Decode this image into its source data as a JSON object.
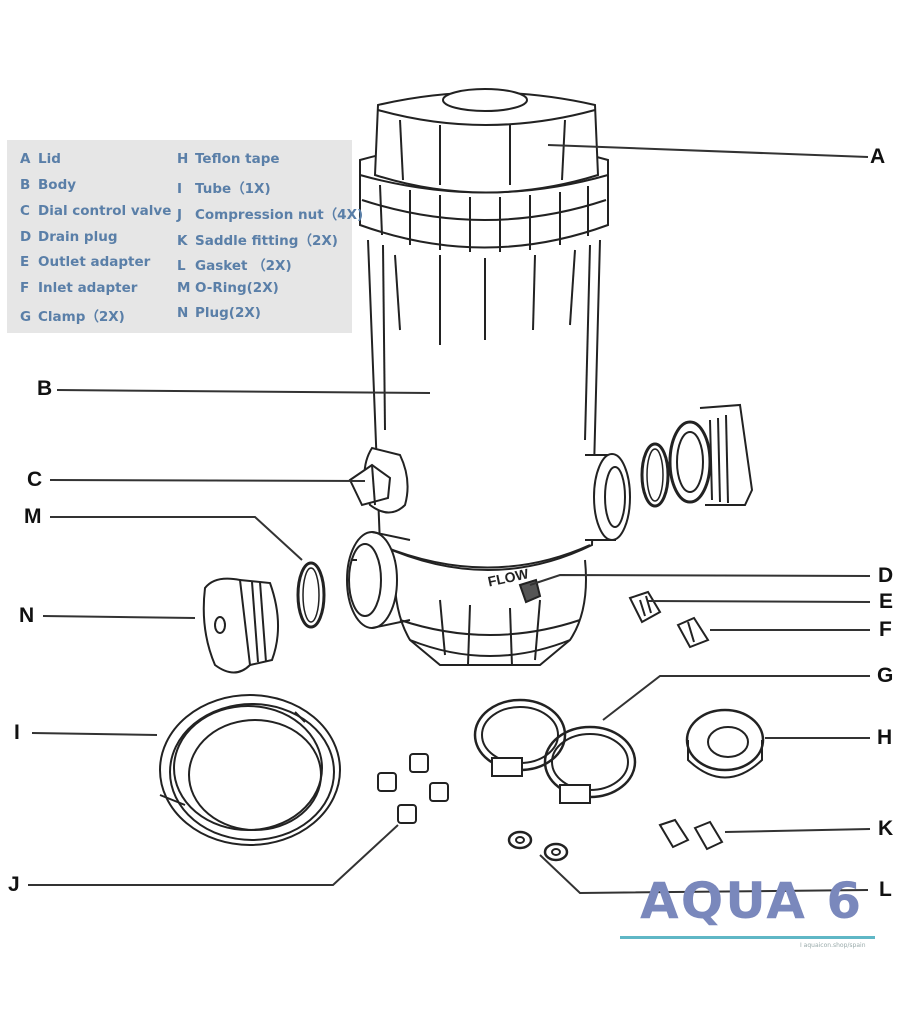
{
  "legend": {
    "left": [
      {
        "letter": "A",
        "text": "Lid"
      },
      {
        "letter": "B",
        "text": "Body"
      },
      {
        "letter": "C",
        "text": "Dial control valve"
      },
      {
        "letter": "D",
        "text": "Drain plug"
      },
      {
        "letter": "E",
        "text": "Outlet adapter"
      },
      {
        "letter": "F",
        "text": "Inlet adapter"
      },
      {
        "letter": "G",
        "text": "Clamp（2X)"
      }
    ],
    "right": [
      {
        "letter": "H",
        "text": "Teflon tape"
      },
      {
        "letter": "I",
        "text": "Tube（1X)"
      },
      {
        "letter": "J",
        "text": "Compression nut（4X)"
      },
      {
        "letter": "K",
        "text": "Saddle fitting（2X)"
      },
      {
        "letter": "L",
        "text": "Gasket （2X)"
      },
      {
        "letter": "M",
        "text": "O-Ring(2X)"
      },
      {
        "letter": "N",
        "text": "Plug(2X)"
      }
    ]
  },
  "callouts": {
    "A": "A",
    "B": "B",
    "C": "C",
    "D": "D",
    "E": "E",
    "F": "F",
    "G": "G",
    "H": "H",
    "I": "I",
    "J": "J",
    "K": "K",
    "L": "L",
    "M": "M",
    "N": "N"
  },
  "flow_label": "FLOW",
  "brand": {
    "name": "AQUA 6",
    "sub": "I  aquaicon.shop/spain"
  },
  "colors": {
    "legend_text": "#5a7fa8",
    "legend_bg": "#e6e6e6",
    "brand": "#7a88bc",
    "brand_line": "#5fb7c6"
  }
}
